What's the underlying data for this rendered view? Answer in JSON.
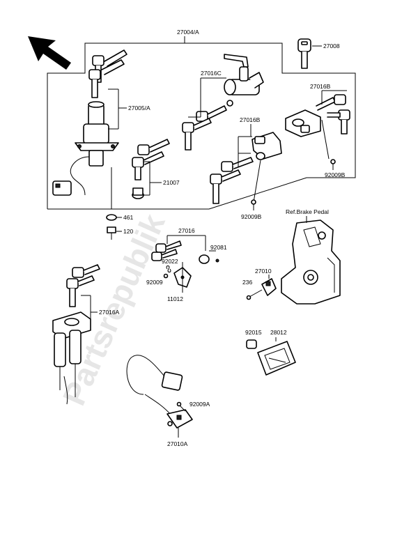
{
  "watermark": "Partsrepublik",
  "labels": {
    "p27004A": "27004/A",
    "p27008": "27008",
    "p27005A": "27005/A",
    "p27016C": "27016C",
    "p27016B_r": "27016B",
    "p27016B_c": "27016B",
    "p21007": "21007",
    "p92009B_r": "92009B",
    "p92009B_c": "92009B",
    "p461": "461",
    "p120": "120",
    "refBrakePedal": "Ref.Brake Pedal",
    "p27016": "27016",
    "p92081": "92081",
    "p92022": "92022",
    "p92009": "92009",
    "p11012": "11012",
    "p27010": "27010",
    "p236": "236",
    "p27016A": "27016A",
    "p92015": "92015",
    "p28012": "28012",
    "p92009A": "92009A",
    "p27010A": "27010A"
  },
  "icons": {
    "direction": "front-arrow-icon"
  }
}
